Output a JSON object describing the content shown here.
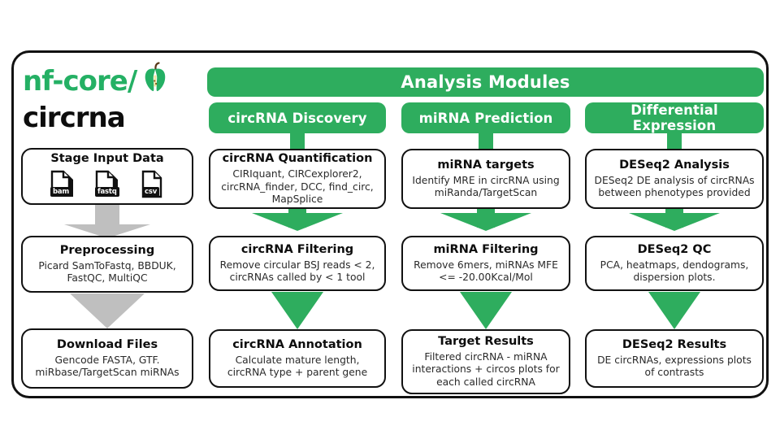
{
  "logo": {
    "org": "nf-core/",
    "pipeline": "circrna",
    "icon": "apple-core-icon",
    "accent_green": "#24B064",
    "dark": "#0d0d0d"
  },
  "theme": {
    "green": "#2EAD5E",
    "grey_arrow": "#BFBFBF",
    "border": "#111111",
    "background": "#ffffff"
  },
  "banner": {
    "label": "Analysis Modules"
  },
  "input_column": {
    "stage": {
      "title": "Stage Input Data",
      "files": [
        {
          "label": "bam",
          "icon": "file-bam-icon"
        },
        {
          "label": "fastq",
          "icon": "file-fastq-icon"
        },
        {
          "label": "csv",
          "icon": "file-csv-icon"
        }
      ]
    },
    "preprocessing": {
      "title": "Preprocessing",
      "desc": "Picard SamToFastq, BBDUK, FastQC, MultiQC"
    },
    "download": {
      "title": "Download Files",
      "desc": "Gencode FASTA, GTF. miRbase/TargetScan miRNAs"
    }
  },
  "modules": [
    {
      "header": "circRNA Discovery",
      "steps": [
        {
          "title": "circRNA Quantification",
          "desc": "CIRIquant, CIRCexplorer2, circRNA_finder, DCC, find_circ, MapSplice"
        },
        {
          "title": "circRNA Filtering",
          "desc": "Remove circular BSJ reads < 2, circRNAs called by < 1 tool"
        },
        {
          "title": "circRNA Annotation",
          "desc": "Calculate mature length, circRNA type + parent gene"
        }
      ]
    },
    {
      "header": "miRNA Prediction",
      "steps": [
        {
          "title": "miRNA targets",
          "desc": "Identify MRE in circRNA using miRanda/TargetScan"
        },
        {
          "title": "miRNA Filtering",
          "desc": "Remove 6mers, miRNAs MFE <= -20.00Kcal/Mol"
        },
        {
          "title": "Target Results",
          "desc": "Filtered circRNA - miRNA interactions + circos plots for each called circRNA"
        }
      ]
    },
    {
      "header": "Differential Expression",
      "steps": [
        {
          "title": "DESeq2 Analysis",
          "desc": "DESeq2 DE analysis of circRNAs between phenotypes provided"
        },
        {
          "title": "DESeq2 QC",
          "desc": "PCA, heatmaps, dendograms, dispersion plots."
        },
        {
          "title": "DESeq2 Results",
          "desc": "DE circRNAs, expressions plots of contrasts"
        }
      ]
    }
  ]
}
